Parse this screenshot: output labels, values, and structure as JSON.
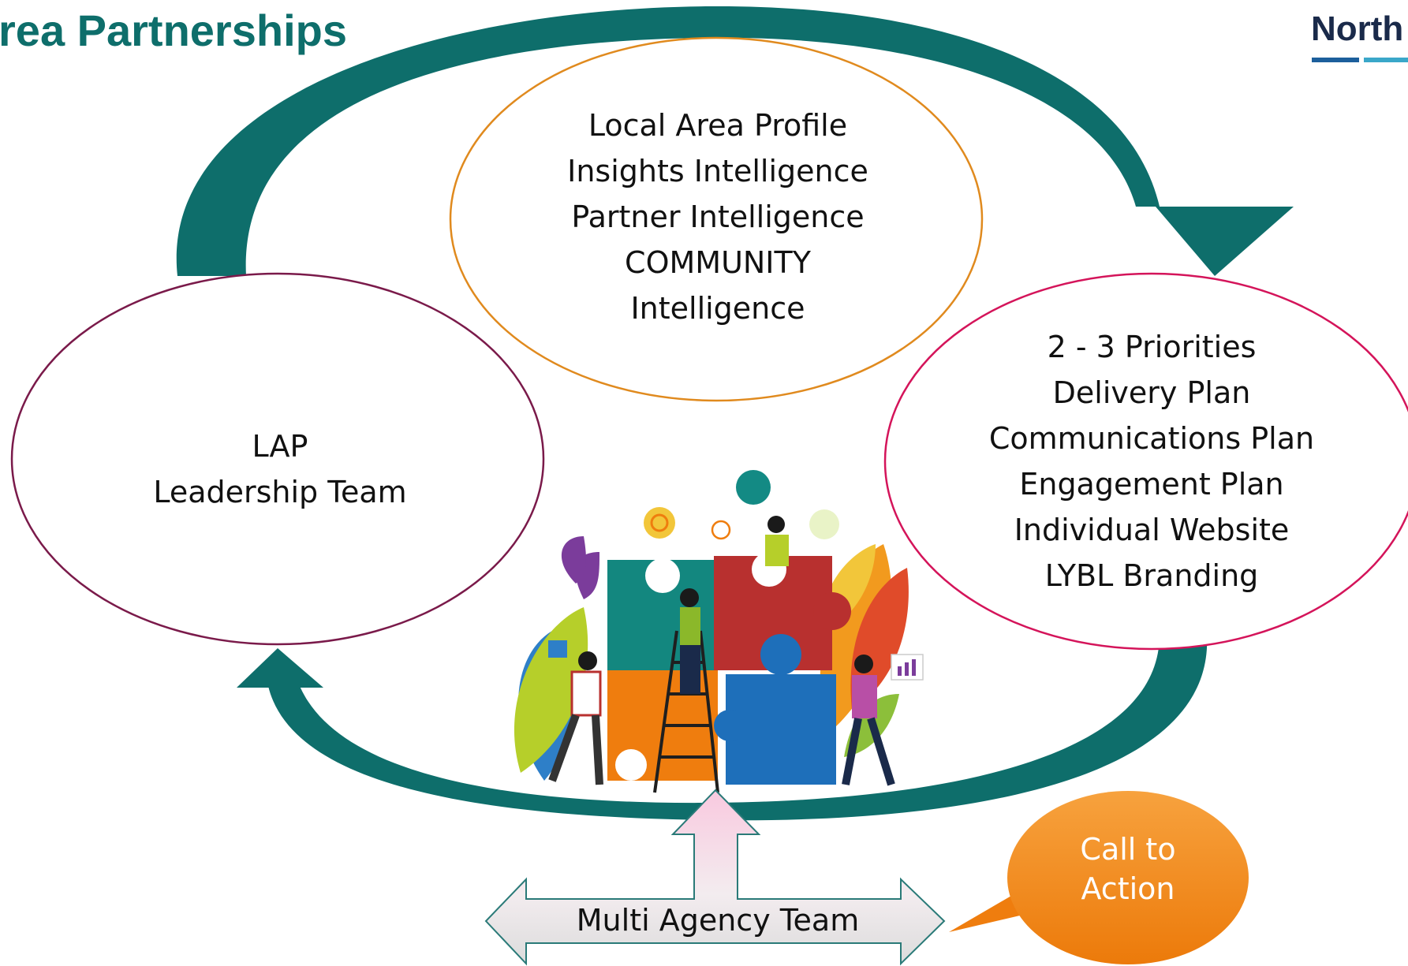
{
  "header": {
    "title": "rea Partnerships",
    "brand": "North"
  },
  "cycle": {
    "intelligence": [
      "Local Area Profile",
      "Insights Intelligence",
      "Partner Intelligence",
      "COMMUNITY",
      "Intelligence"
    ],
    "leadership": [
      "LAP",
      "Leadership Team"
    ],
    "priorities": [
      "2 -  3 Priorities",
      "Delivery Plan",
      "Communications Plan",
      "Engagement Plan",
      "Individual Website",
      "LYBL Branding"
    ]
  },
  "multi_agency": "Multi Agency Team",
  "call_to_action": [
    "Call to",
    "Action"
  ],
  "colors": {
    "teal": "#0e6e6b",
    "intelligence_border": "#e08a1e",
    "leadership_border": "#7a1a4a",
    "priorities_border": "#d4145a",
    "callout_orange": "#ef7d0e",
    "arrow_fill_top": "#f6cde0",
    "arrow_border": "#2a7a78",
    "brand_navy": "#1a2a4a",
    "brand_blue": "#1c5f9c",
    "brand_cyan": "#3aa7c9"
  },
  "illustration": "puzzle-team-illustration"
}
